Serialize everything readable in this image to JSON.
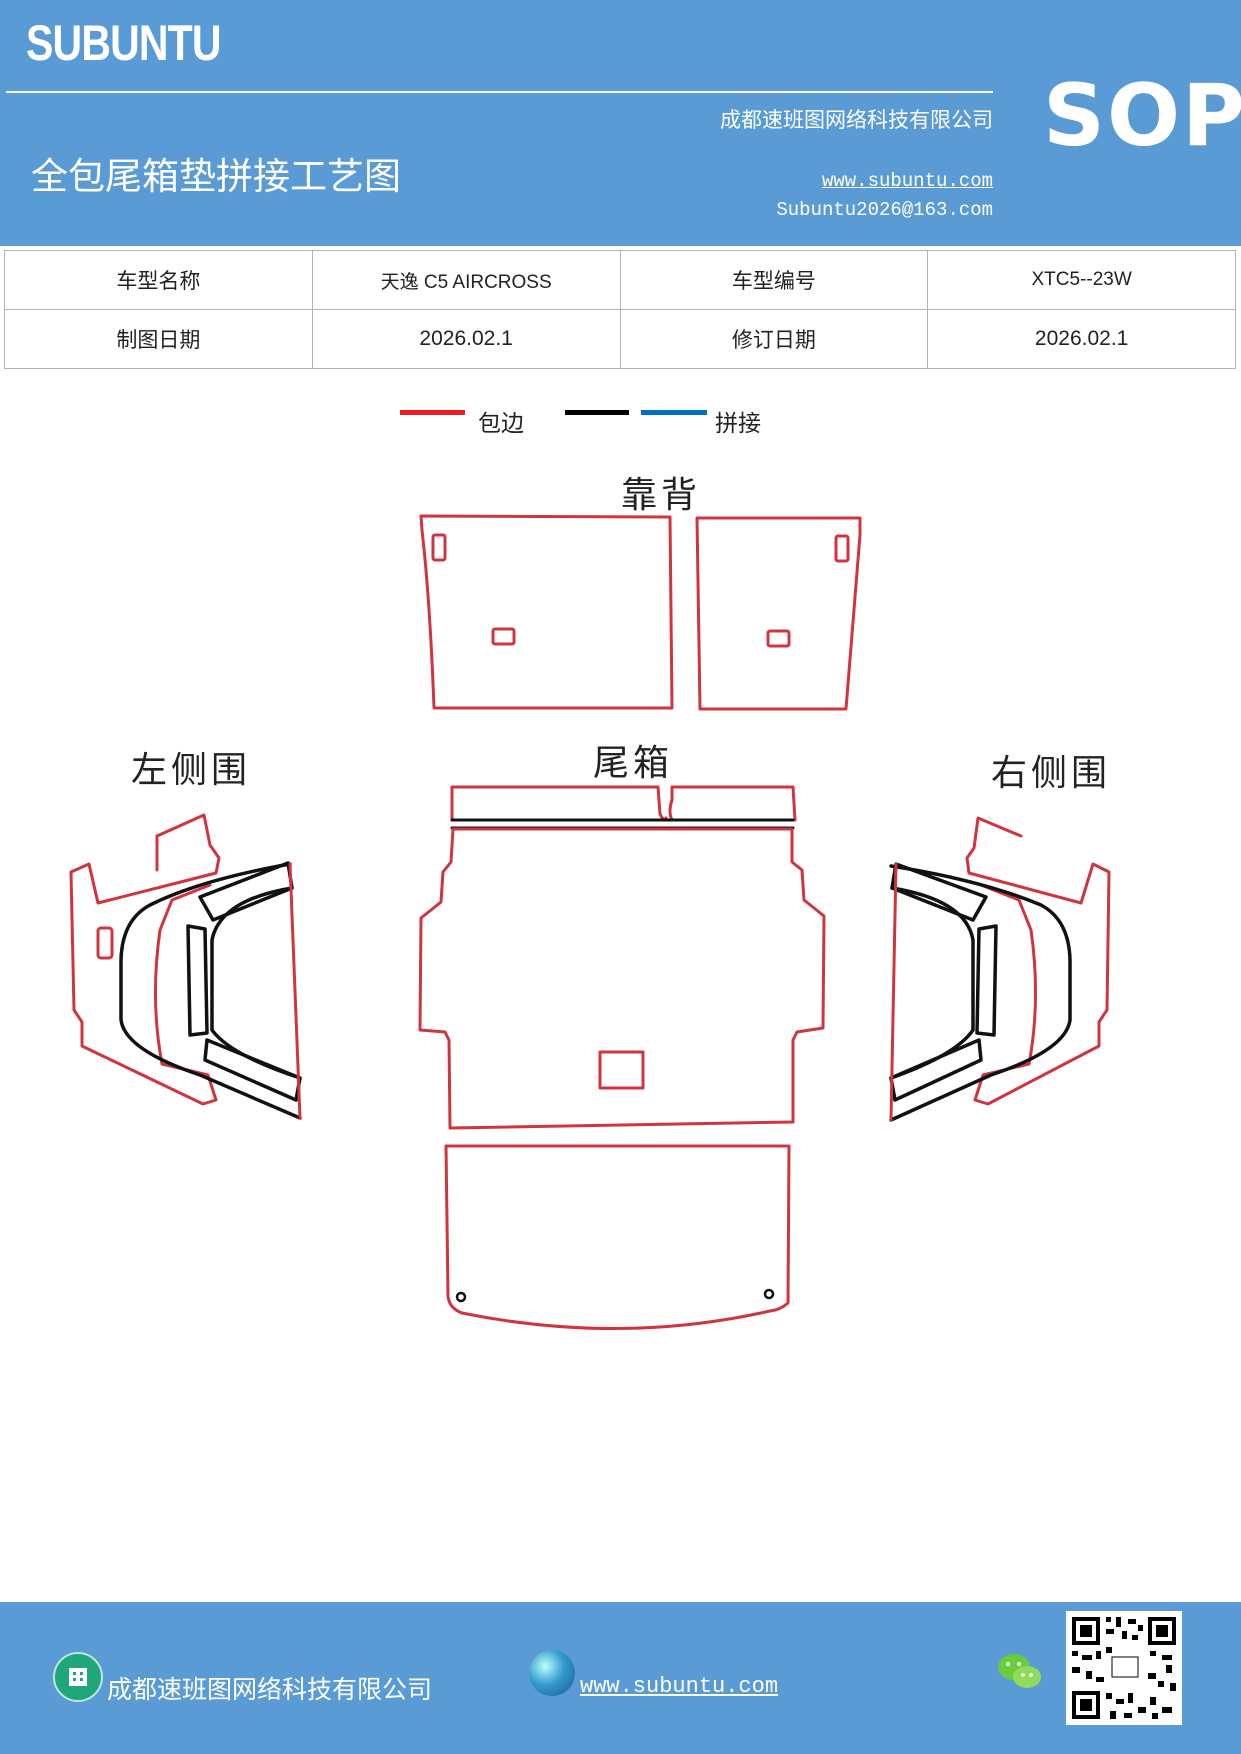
{
  "header": {
    "brand": "SUBUNTU",
    "title": "全包尾箱垫拼接工艺图",
    "company": "成都速班图网络科技有限公司",
    "website": "www.subuntu.com",
    "email": "Subuntu2026@163.com",
    "badge": "SOP"
  },
  "info_table": {
    "rows": [
      [
        "车型名称",
        "天逸  C5 AIRCROSS",
        "车型编号",
        "XTC5--23W"
      ],
      [
        "制图日期",
        "2026.02.1",
        "修订日期",
        "2026.02.1"
      ]
    ]
  },
  "legend": {
    "items": [
      {
        "label": "包边",
        "color": "#ee1c25"
      },
      {
        "label": "",
        "color": "#000000"
      },
      {
        "label": "拼接",
        "color": "#0070c0"
      }
    ]
  },
  "diagram": {
    "labels": {
      "backrest": "靠背",
      "trunk": "尾箱",
      "left_side": "左侧围",
      "right_side": "右侧围"
    },
    "edge_color": "#d0343c",
    "seam_color": "#111111"
  },
  "footer": {
    "company": "成都速班图网络科技有限公司",
    "website": "www.subuntu.com "
  }
}
